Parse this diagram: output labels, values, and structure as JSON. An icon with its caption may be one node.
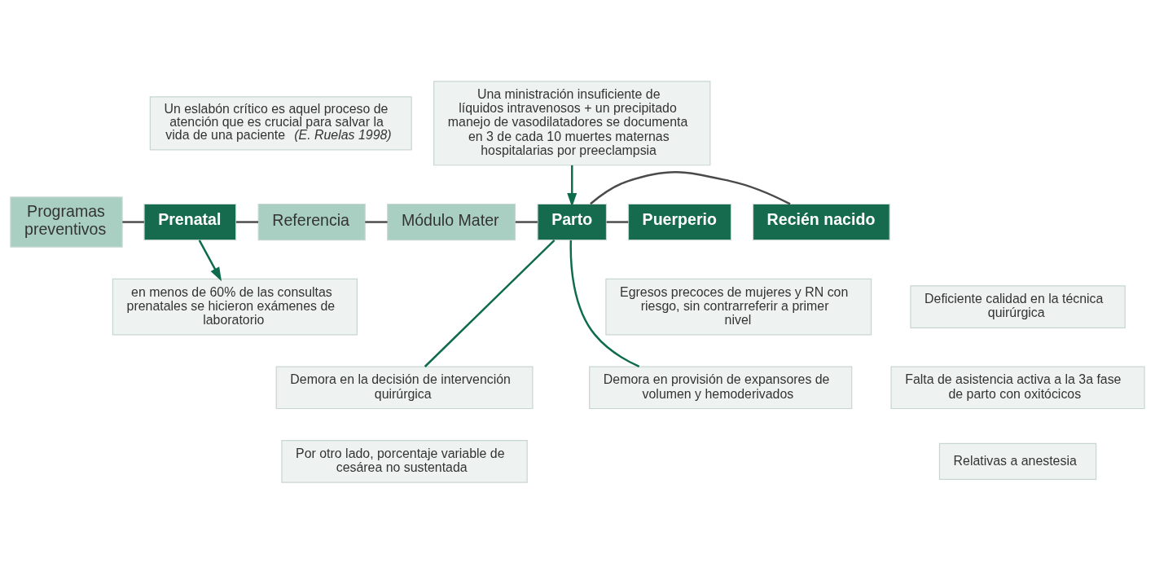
{
  "diagram": {
    "nodes": [
      {
        "text": [
          "Un eslabón crítico es aquel proceso de atención que es crucial para salvar la vida de una paciente *(E. Ruelas 1998)*"
        ]
      },
      {
        "text": [
          "Una ministración insuficiente de líquidos intravenosos + un precipitado manejo de vasodilatadores se documenta en 3 de cada 10 muertes maternas hospitalarias por preeclampsia"
        ]
      },
      {
        "text": [
          "Programas preventivos"
        ]
      },
      {
        "text": [
          "Prenatal"
        ]
      },
      {
        "text": [
          "Referencia"
        ]
      },
      {
        "text": [
          "Módulo Mater"
        ]
      },
      {
        "text": [
          "Parto"
        ]
      },
      {
        "text": [
          "Puerperio"
        ]
      },
      {
        "text": [
          "Recién nacido"
        ]
      },
      {
        "text": [
          "en menos de 60% de las consultas prenatales se hicieron exámenes de laboratorio"
        ]
      },
      {
        "text": [
          "Deficiente calidad en la técnica quirúrgica"
        ]
      },
      {
        "text": [
          "Egresos precoces de mujeres y RN con riesgo, sin contrarreferir a primer nivel"
        ]
      },
      {
        "text": [
          "Demora en la decisión de intervención quirúrgica"
        ]
      },
      {
        "text": [
          "Falta de asistencia activa a la 3a fase de parto con oxitócicos"
        ]
      },
      {
        "text": [
          "Demora en provisión de expansores de volumen y hemoderivados"
        ]
      },
      {
        "text": [
          "Por otro lado, porcentaje variable de cesárea no sustentada"
        ]
      },
      {
        "text": [
          "Relativas a anestesia"
        ]
      }
    ],
    "edges": [
      {
        "from": 2,
        "to": 3,
        "arrow": "none"
      },
      {
        "from": 3,
        "to": 4,
        "arrow": "none"
      },
      {
        "from": 4,
        "to": 5,
        "arrow": "none"
      },
      {
        "from": 5,
        "to": 6,
        "arrow": "none"
      },
      {
        "from": 6,
        "to": 7,
        "arrow": "none"
      },
      {
        "from": 6,
        "to": 8,
        "arrow": "none"
      },
      {
        "from": 1,
        "to": 6,
        "arrow": "to",
        "color": "#0f6b4d"
      },
      {
        "from": 3,
        "to": 9,
        "arrow": "to",
        "color": "#0f6b4d"
      },
      {
        "from": 6,
        "to": 12,
        "arrow": "none",
        "color": "#0f6b4d"
      },
      {
        "from": 6,
        "to": 14,
        "arrow": "none",
        "color": "#0f6b4d"
      }
    ]
  }
}
